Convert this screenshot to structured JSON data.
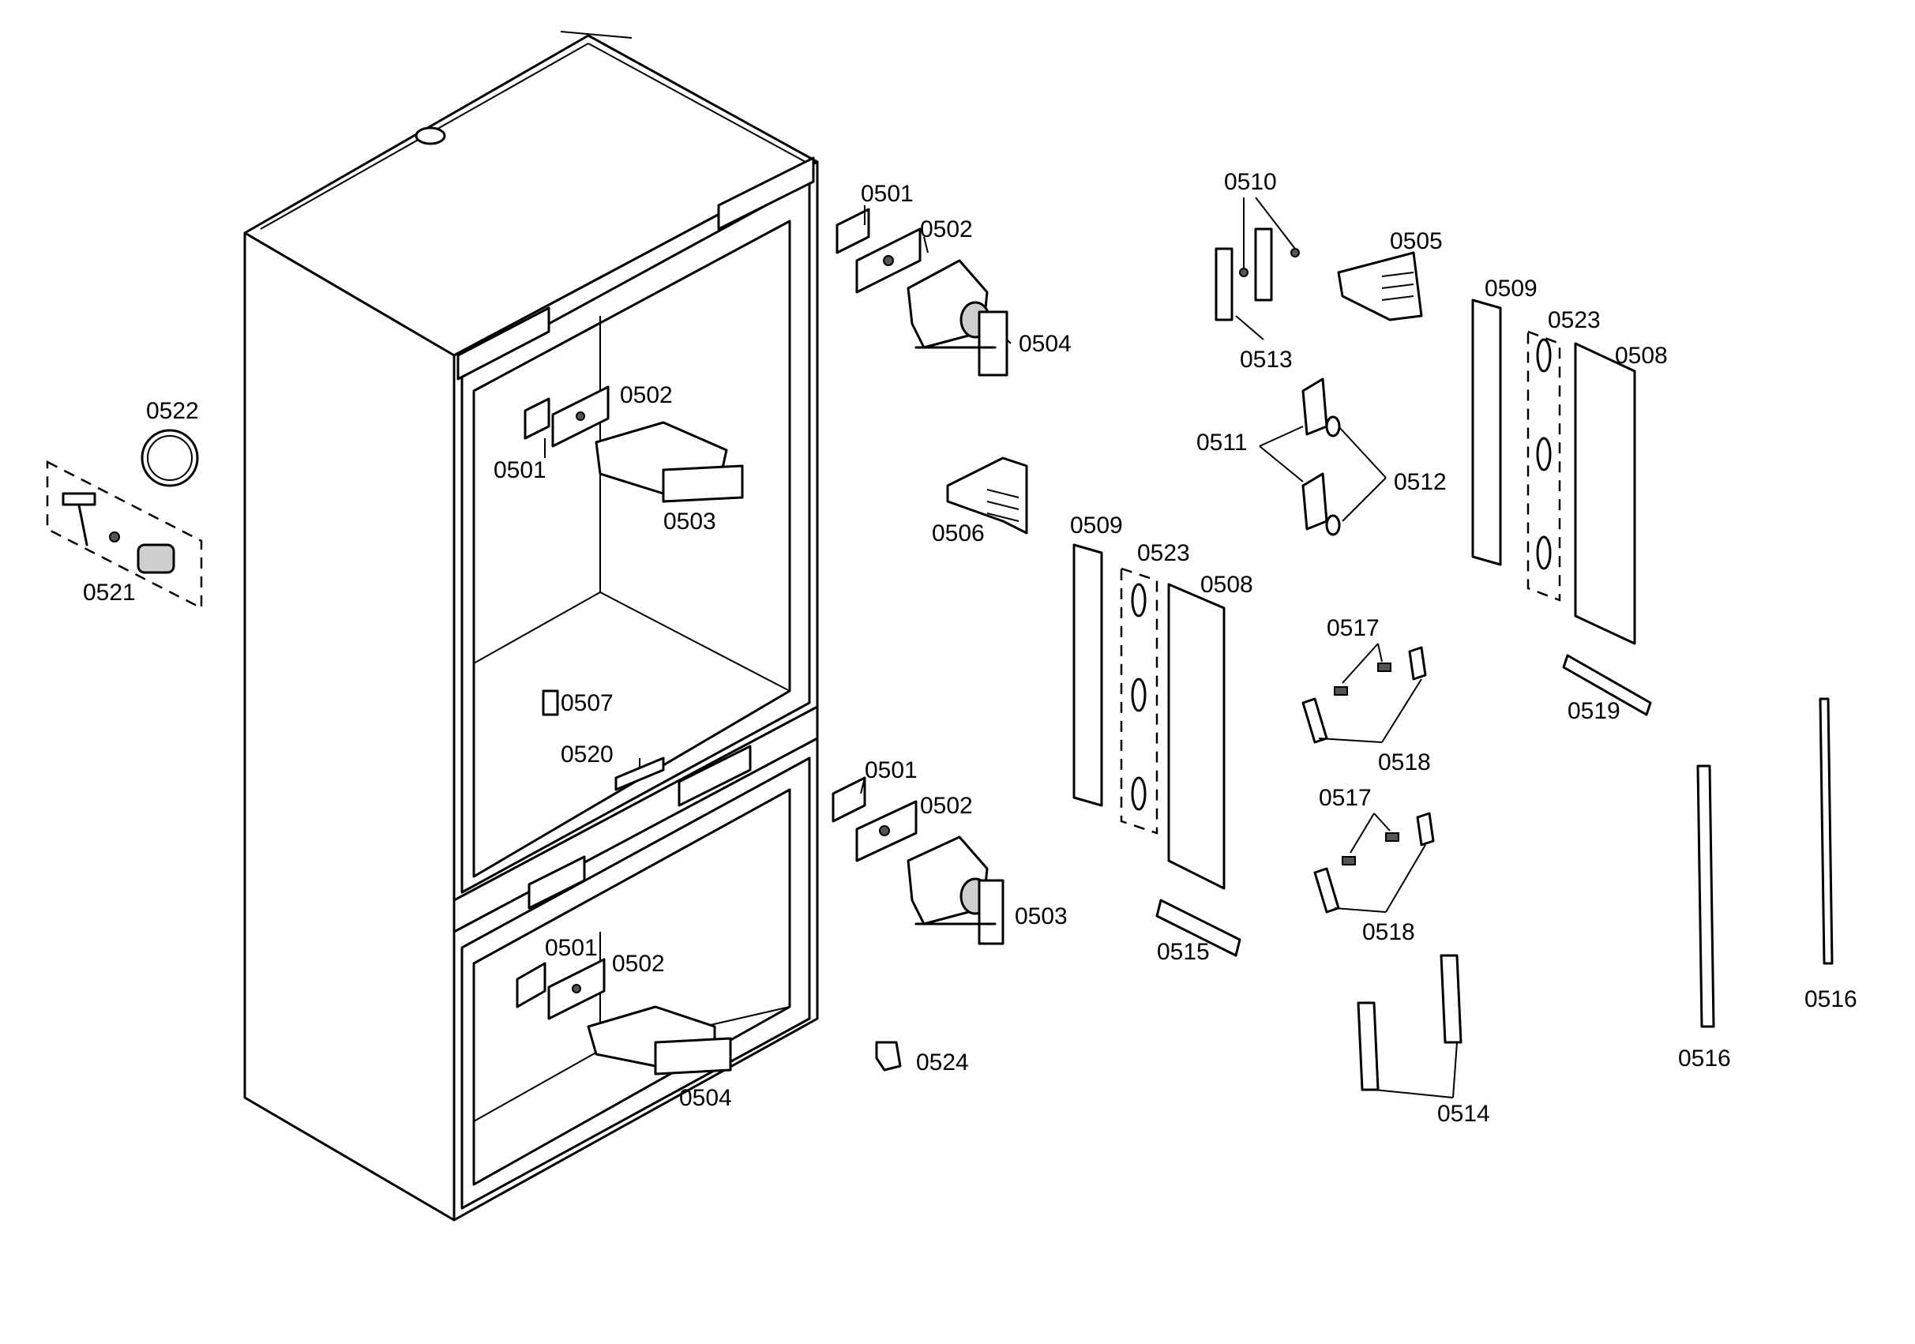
{
  "diagram": {
    "line_color": "#000000",
    "background": "#ffffff",
    "labels": [
      {
        "id": "l0501a",
        "text": "0501"
      },
      {
        "id": "l0502a",
        "text": "0502"
      },
      {
        "id": "l0504a",
        "text": "0504"
      },
      {
        "id": "l0502b",
        "text": "0502"
      },
      {
        "id": "l0501b",
        "text": "0501"
      },
      {
        "id": "l0503a",
        "text": "0503"
      },
      {
        "id": "l0522",
        "text": "0522"
      },
      {
        "id": "l0521",
        "text": "0521"
      },
      {
        "id": "l0506",
        "text": "0506"
      },
      {
        "id": "l0507",
        "text": "0507"
      },
      {
        "id": "l0520",
        "text": "0520"
      },
      {
        "id": "l0501c",
        "text": "0501"
      },
      {
        "id": "l0502c",
        "text": "0502"
      },
      {
        "id": "l0503b",
        "text": "0503"
      },
      {
        "id": "l0501d",
        "text": "0501"
      },
      {
        "id": "l0502d",
        "text": "0502"
      },
      {
        "id": "l0504b",
        "text": "0504"
      },
      {
        "id": "l0524",
        "text": "0524"
      },
      {
        "id": "l0510",
        "text": "0510"
      },
      {
        "id": "l0513",
        "text": "0513"
      },
      {
        "id": "l0505",
        "text": "0505"
      },
      {
        "id": "l0511",
        "text": "0511"
      },
      {
        "id": "l0512",
        "text": "0512"
      },
      {
        "id": "l0509a",
        "text": "0509"
      },
      {
        "id": "l0523a",
        "text": "0523"
      },
      {
        "id": "l0508a",
        "text": "0508"
      },
      {
        "id": "l0509b",
        "text": "0509"
      },
      {
        "id": "l0523b",
        "text": "0523"
      },
      {
        "id": "l0508b",
        "text": "0508"
      },
      {
        "id": "l0517a",
        "text": "0517"
      },
      {
        "id": "l0518a",
        "text": "0518"
      },
      {
        "id": "l0517b",
        "text": "0517"
      },
      {
        "id": "l0518b",
        "text": "0518"
      },
      {
        "id": "l0519",
        "text": "0519"
      },
      {
        "id": "l0515",
        "text": "0515"
      },
      {
        "id": "l0514",
        "text": "0514"
      },
      {
        "id": "l0516a",
        "text": "0516"
      },
      {
        "id": "l0516b",
        "text": "0516"
      }
    ]
  }
}
